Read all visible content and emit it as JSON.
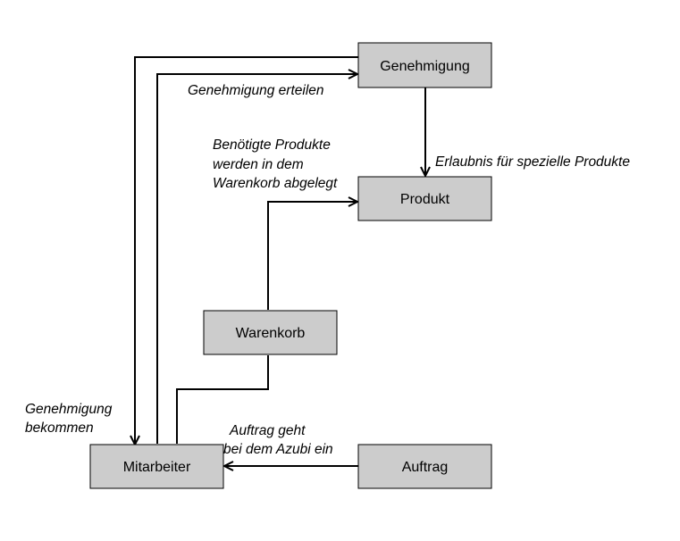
{
  "diagram": {
    "nodes": {
      "genehmigung": "Genehmigung",
      "produkt": "Produkt",
      "warenkorb": "Warenkorb",
      "mitarbeiter": "Mitarbeiter",
      "auftrag": "Auftrag"
    },
    "labels": {
      "genehmigung_erteilen": "Genehmigung erteilen",
      "erlaubnis": "Erlaubnis für spezielle Produkte",
      "benoetigte_1": "Benötigte Produkte",
      "benoetigte_2": "werden in dem",
      "benoetigte_3": "Warenkorb abgelegt",
      "bekommen_1": "Genehmigung",
      "bekommen_2": "bekommen",
      "auftrag_1": "Auftrag geht",
      "auftrag_2": "bei dem Azubi ein"
    },
    "colors": {
      "node_fill": "#cccccc",
      "stroke": "#000000"
    }
  }
}
